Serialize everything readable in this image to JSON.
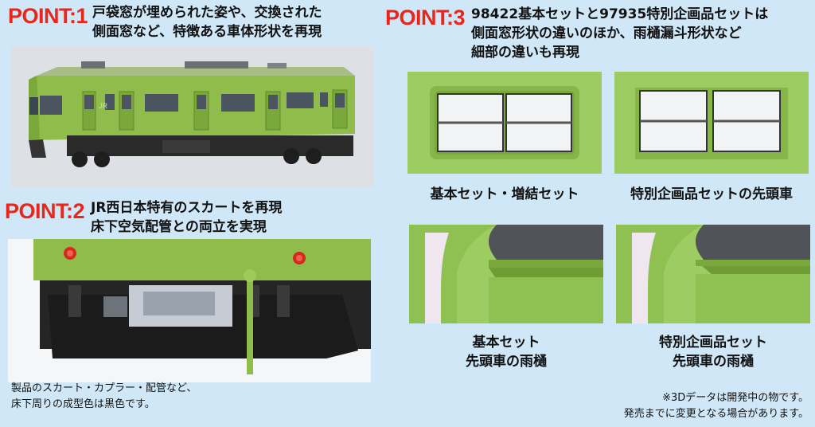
{
  "point1": {
    "label": "POINT:1",
    "lines": [
      "戸袋窓が埋められた姿や、交換された",
      "側面窓など、特徴ある車体形状を再現"
    ]
  },
  "point2": {
    "label": "POINT:2",
    "lines": [
      "JR西日本特有のスカートを再現",
      "床下空気配管との両立を実現"
    ],
    "note_lines": [
      "製品のスカート・カプラー・配管など、",
      "床下周りの成型色は黒色です。"
    ]
  },
  "point3": {
    "label": "POINT:3",
    "lines": [
      "98422基本セットと97935特別企画品セットは",
      "側面窓形状の違いのほか、雨樋漏斗形状など",
      "細部の違いも再現"
    ],
    "captions": {
      "window_basic": "基本セット・増結セット",
      "window_special": "特別企画品セットの先頭車",
      "gutter_basic": [
        "基本セット",
        "先頭車の雨樋"
      ],
      "gutter_special": [
        "特別企画品セット",
        "先頭車の雨樋"
      ]
    }
  },
  "render_logo": "JR",
  "footnote": [
    "※3Dデータは開発中の物です。",
    "発売までに変更となる場合があります。"
  ],
  "colors": {
    "background": "#cfe7f7",
    "point_red": "#e8261c",
    "body_green": "#8fbc4a",
    "underfloor_black": "#222222"
  }
}
